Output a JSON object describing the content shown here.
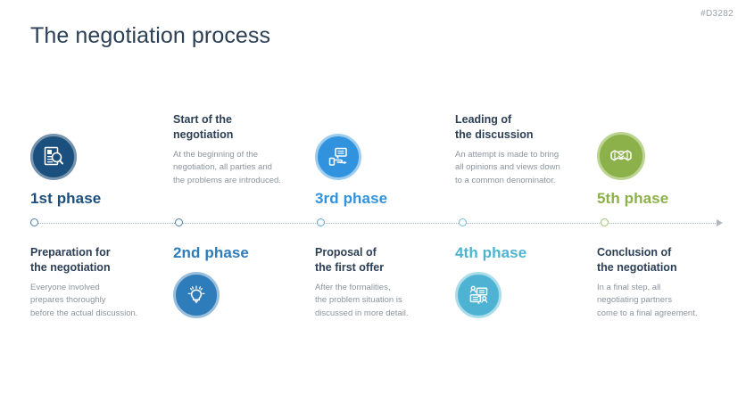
{
  "slide": {
    "title": "The negotiation process",
    "code": "#D3282",
    "background": "#ffffff"
  },
  "colors": {
    "title": "#2b3f55",
    "heading": "#2b3f55",
    "body": "#8b949e",
    "code": "#9aa3ad",
    "axis": "#9fb2c4",
    "phase1": "#1b4f7e",
    "phase2": "#2e7cba",
    "phase3": "#3193dd",
    "phase4": "#4eb3d3",
    "phase5": "#8cb04a"
  },
  "axis": {
    "arrow_icon": "arrow-right-icon",
    "nodes": [
      {
        "name": "1st phase",
        "color": "#4a7fae"
      },
      {
        "name": "2nd phase",
        "color": "#4a7fae"
      },
      {
        "name": "3rd phase",
        "color": "#5aa3d6"
      },
      {
        "name": "4th phase",
        "color": "#6fbdd6"
      },
      {
        "name": "5th phase",
        "color": "#9ec46a"
      }
    ]
  },
  "phases": [
    {
      "id": 1,
      "label": "1st phase",
      "label_color": "#1b4f7e",
      "icon": "document-search-icon",
      "icon_bg": "#1b4f7e",
      "icon_ring": "#6d8ca8",
      "position": "below",
      "heading": "Preparation for\nthe negotiation",
      "heading_line1": "Preparation for",
      "heading_line2": "the negotiation",
      "body": "Everyone involved\nprepares thoroughly\nbefore the actual discussion.",
      "body_line1": "Everyone involved",
      "body_line2": "prepares thoroughly",
      "body_line3": "before the actual discussion."
    },
    {
      "id": 2,
      "label": "2nd phase",
      "label_color": "#2e7cba",
      "icon": "lightbulb-icon",
      "icon_bg": "#2e7cba",
      "icon_ring": "#8fb6d6",
      "position": "above",
      "heading_line1": "Start of the",
      "heading_line2": "negotiation",
      "body_line1": "At the beginning of the",
      "body_line2": "negotiation, all parties and",
      "body_line3": "the problems are introduced."
    },
    {
      "id": 3,
      "label": "3rd phase",
      "label_color": "#3193dd",
      "icon": "speech-offer-icon",
      "icon_bg": "#3193dd",
      "icon_ring": "#9cccee",
      "position": "below",
      "heading_line1": "Proposal of",
      "heading_line2": "the first offer",
      "body_line1": "After the formalities,",
      "body_line2": "the problem situation is",
      "body_line3": "discussed in more detail."
    },
    {
      "id": 4,
      "label": "4th phase",
      "label_color": "#4eb3d3",
      "icon": "discussion-people-icon",
      "icon_bg": "#4eb3d3",
      "icon_ring": "#abdcea",
      "position": "above",
      "heading_line1": "Leading of",
      "heading_line2": "the discussion",
      "body_line1": "An attempt is made to bring",
      "body_line2": "all opinions and views down",
      "body_line3": "to a common denominator."
    },
    {
      "id": 5,
      "label": "5th phase",
      "label_color": "#8cb04a",
      "icon": "handshake-icon",
      "icon_bg": "#8cb04a",
      "icon_ring": "#bcd492",
      "position": "below",
      "heading_line1": "Conclusion of",
      "heading_line2": "the negotiation",
      "body_line1": "In a final step, all",
      "body_line2": "negotiating partners",
      "body_line3": "come to a final agreement."
    }
  ]
}
